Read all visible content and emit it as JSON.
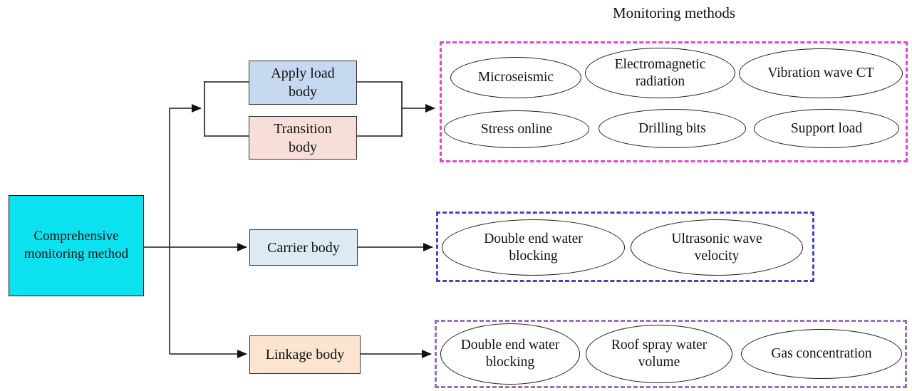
{
  "title": "Monitoring methods",
  "root": {
    "label": "Comprehensive\nmonitoring method"
  },
  "bodies": {
    "apply": "Apply load\nbody",
    "transition": "Transition\nbody",
    "carrier": "Carrier body",
    "linkage": "Linkage body"
  },
  "groups": {
    "top": {
      "ellipses": [
        "Microseismic",
        "Electromagnetic\nradiation",
        "Vibration wave CT",
        "Stress online",
        "Drilling bits",
        "Support load"
      ]
    },
    "middle": {
      "ellipses": [
        "Double end water\nblocking",
        "Ultrasonic wave\nvelocity"
      ]
    },
    "bottom": {
      "ellipses": [
        "Double end water\nblocking",
        "Roof spray water\nvolume",
        "Gas concentration"
      ]
    }
  },
  "colors": {
    "root_fill": "#0ce1ef",
    "apply_load_fill": "#c6d9f1",
    "transition_fill": "#f7ded8",
    "carrier_fill": "#dcebf2",
    "linkage_fill": "#fbe4d0",
    "top_group_border": "#e044d4",
    "middle_group_border": "#4044c8",
    "bottom_group_border": "#9a6fc3",
    "line_color": "#1a1a1a"
  }
}
